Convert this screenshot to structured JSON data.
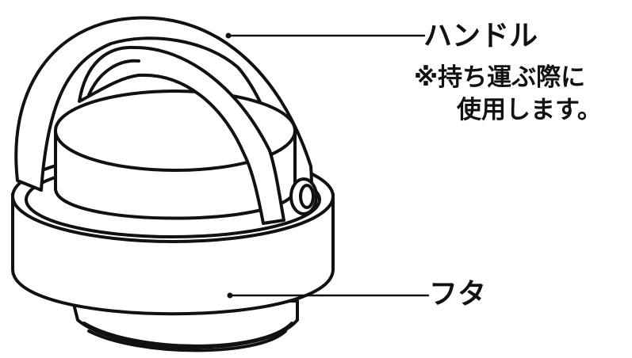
{
  "labels": {
    "handle": "ハンドル",
    "handle_note_line1": "※持ち運ぶ際に",
    "handle_note_line2": "使用します。",
    "lid": "フタ"
  },
  "colors": {
    "stroke": "#111111",
    "fill": "#ffffff"
  }
}
